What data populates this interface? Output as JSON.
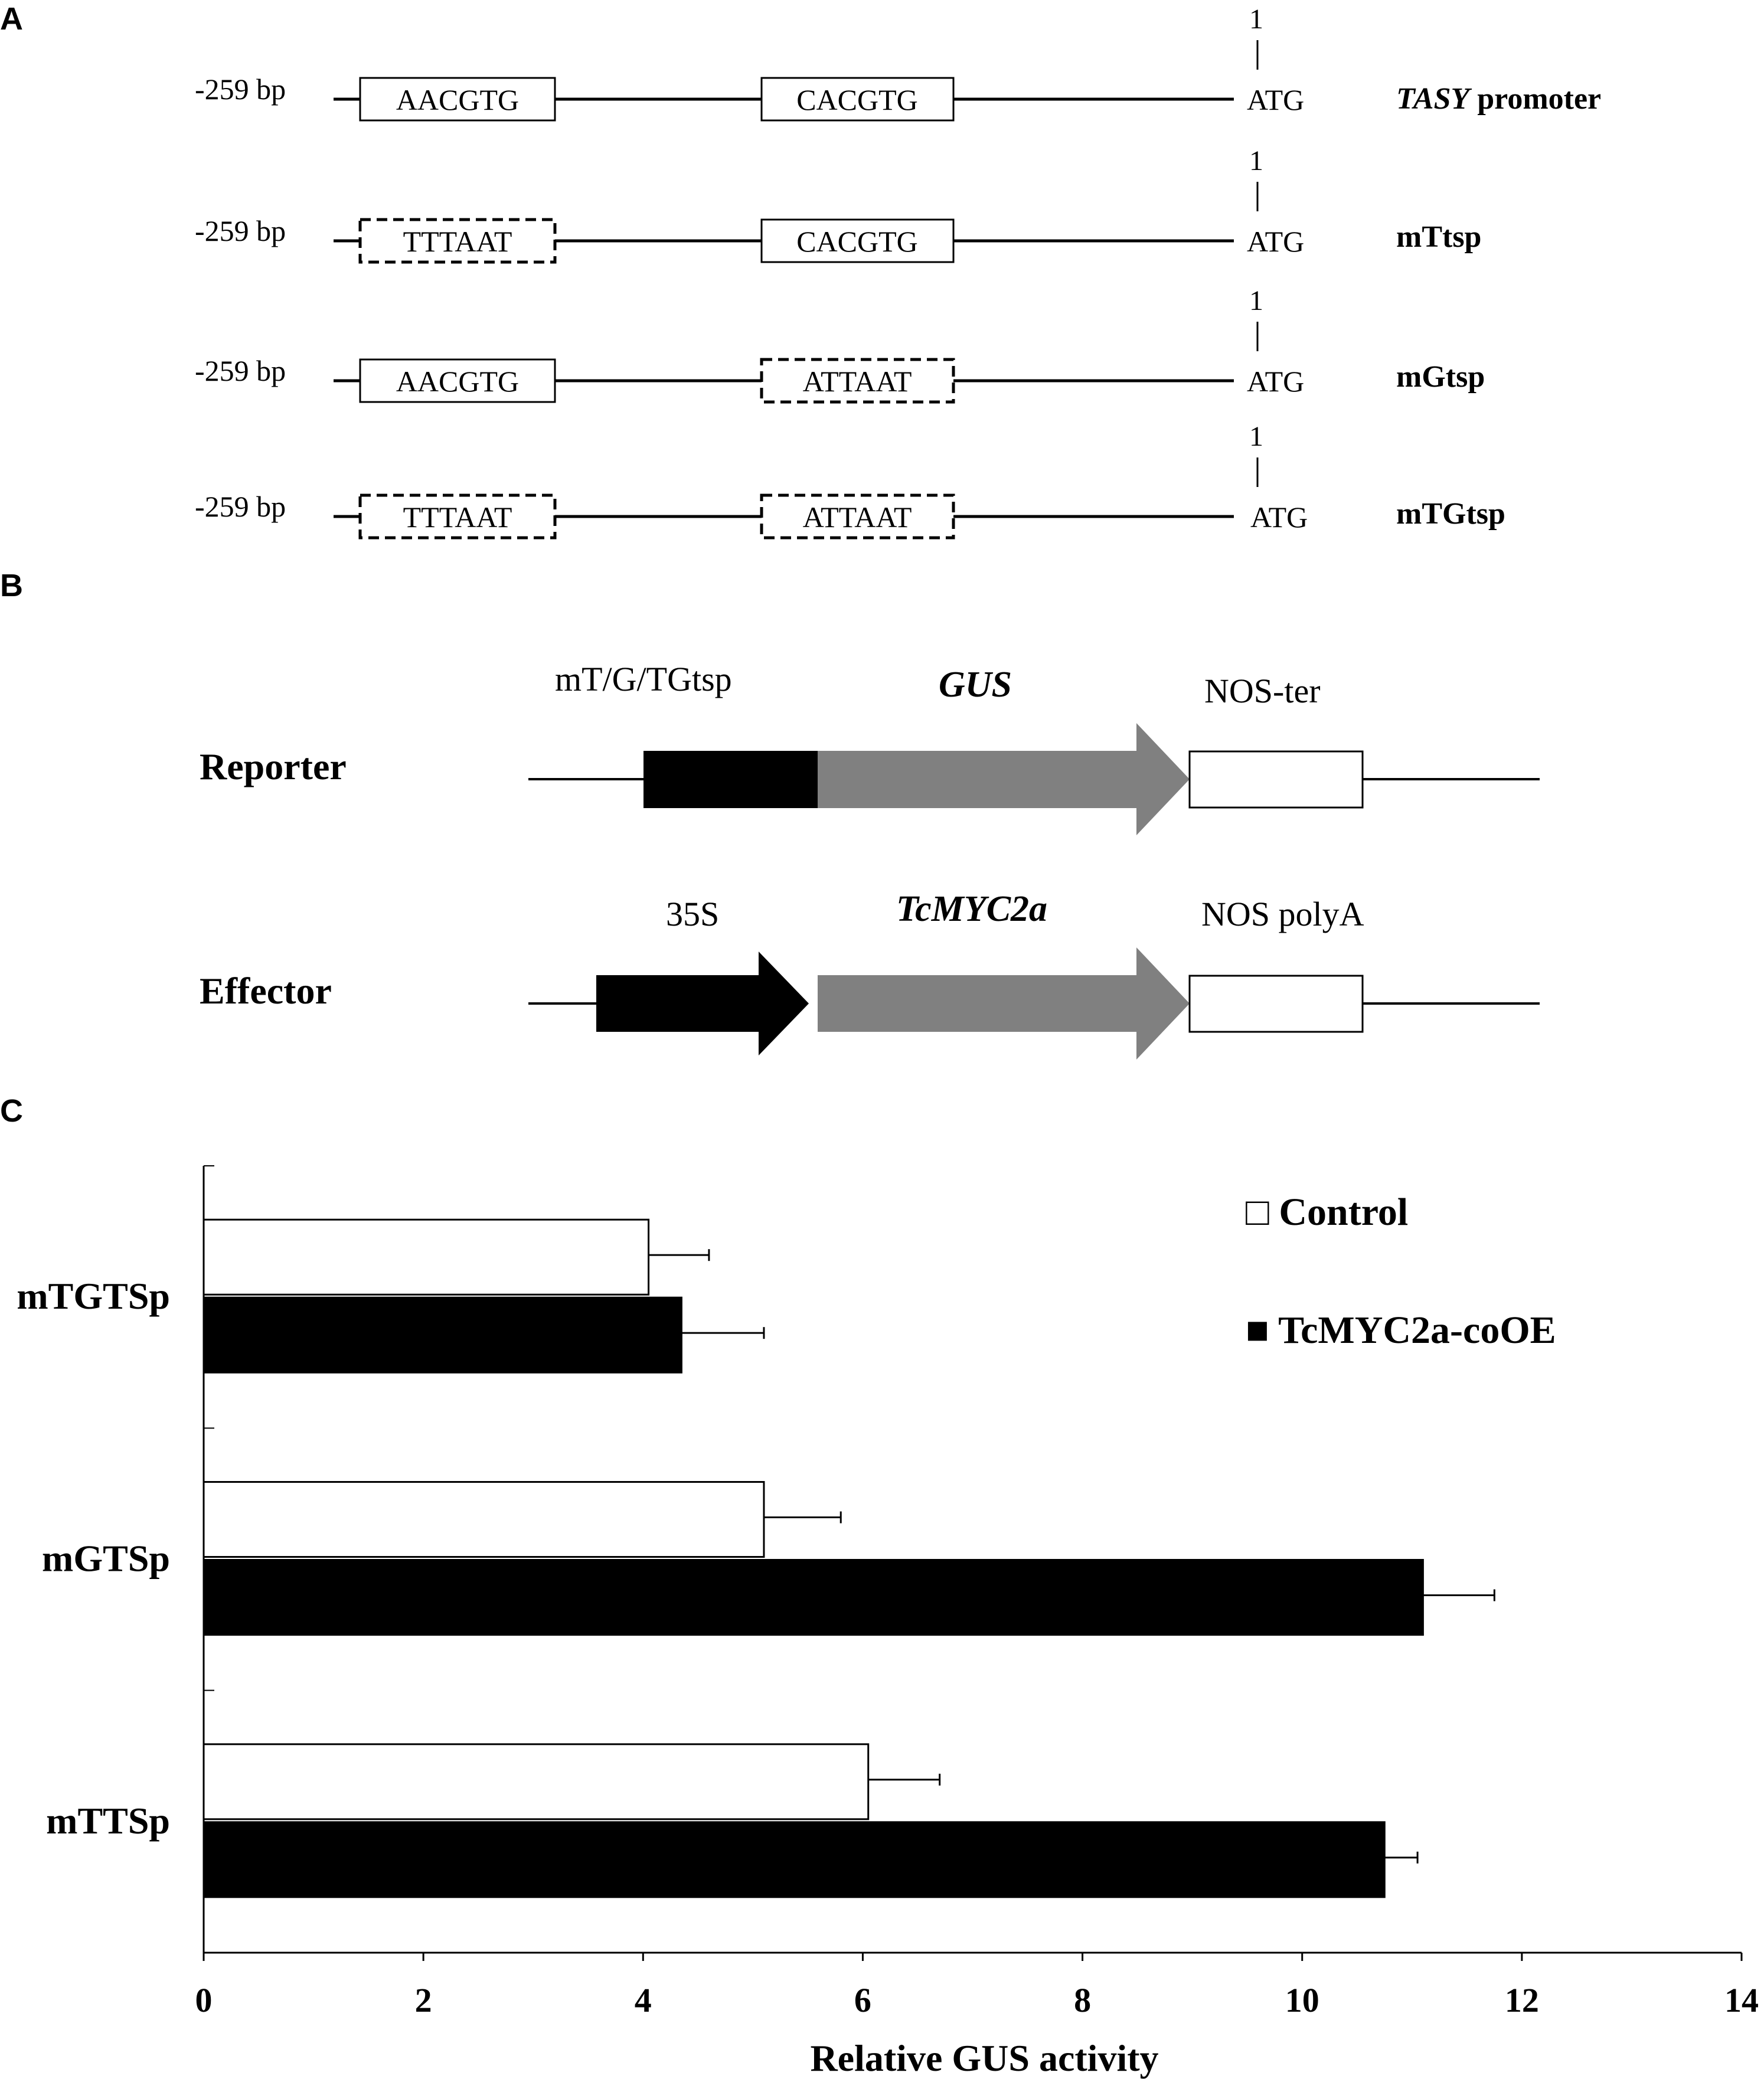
{
  "panel_labels": {
    "a": "A",
    "b": "B",
    "c": "C"
  },
  "panel_a": {
    "position_label": "-259 bp",
    "tss_number": "1",
    "tss_tick": "|",
    "start_codon": "ATG",
    "rows": [
      {
        "box1": "AACGTG",
        "box1_mutated": false,
        "box2": "CACGTG",
        "box2_mutated": false,
        "name_italic": "TASY",
        "name_rest": " promoter"
      },
      {
        "box1": "TTTAAT",
        "box1_mutated": true,
        "box2": "CACGTG",
        "box2_mutated": false,
        "name_italic": "",
        "name_rest": "mTtsp"
      },
      {
        "box1": "AACGTG",
        "box1_mutated": false,
        "box2": "ATTAAT",
        "box2_mutated": true,
        "name_italic": "",
        "name_rest": "mGtsp"
      },
      {
        "box1": "TTTAAT",
        "box1_mutated": true,
        "box2": "ATTAAT",
        "box2_mutated": true,
        "name_italic": "",
        "name_rest": "mTGtsp"
      }
    ]
  },
  "panel_b": {
    "reporter": {
      "label": "Reporter",
      "promoter": "mT/G/TGtsp",
      "gene": "GUS",
      "terminator": "NOS-ter"
    },
    "effector": {
      "label": "Effector",
      "promoter": "35S",
      "gene": "TcMYC2a",
      "terminator": "NOS polyA"
    },
    "colors": {
      "dark": "#000000",
      "gene": "#808080",
      "line": "#000000"
    }
  },
  "chart_data": {
    "type": "bar",
    "orientation": "horizontal",
    "categories": [
      "mTGTSp",
      "mGTSp",
      "mTTSp"
    ],
    "series": [
      {
        "name": "Control",
        "values": [
          4.05,
          5.1,
          6.05
        ],
        "errors": [
          0.55,
          0.7,
          0.65
        ],
        "color": "#ffffff"
      },
      {
        "name": "TcMYC2a-coOE",
        "values": [
          4.35,
          11.1,
          10.75
        ],
        "errors": [
          0.75,
          0.65,
          0.3
        ],
        "color": "#000000"
      }
    ],
    "xlabel": "Relative GUS activity",
    "xlim": [
      0,
      14
    ],
    "xticks": [
      "0",
      "2",
      "4",
      "6",
      "8",
      "10",
      "12",
      "14"
    ],
    "legend_markers": {
      "Control": "□",
      "TcMYC2a-coOE": "■"
    },
    "legend_position": "top-right",
    "grid": false
  }
}
